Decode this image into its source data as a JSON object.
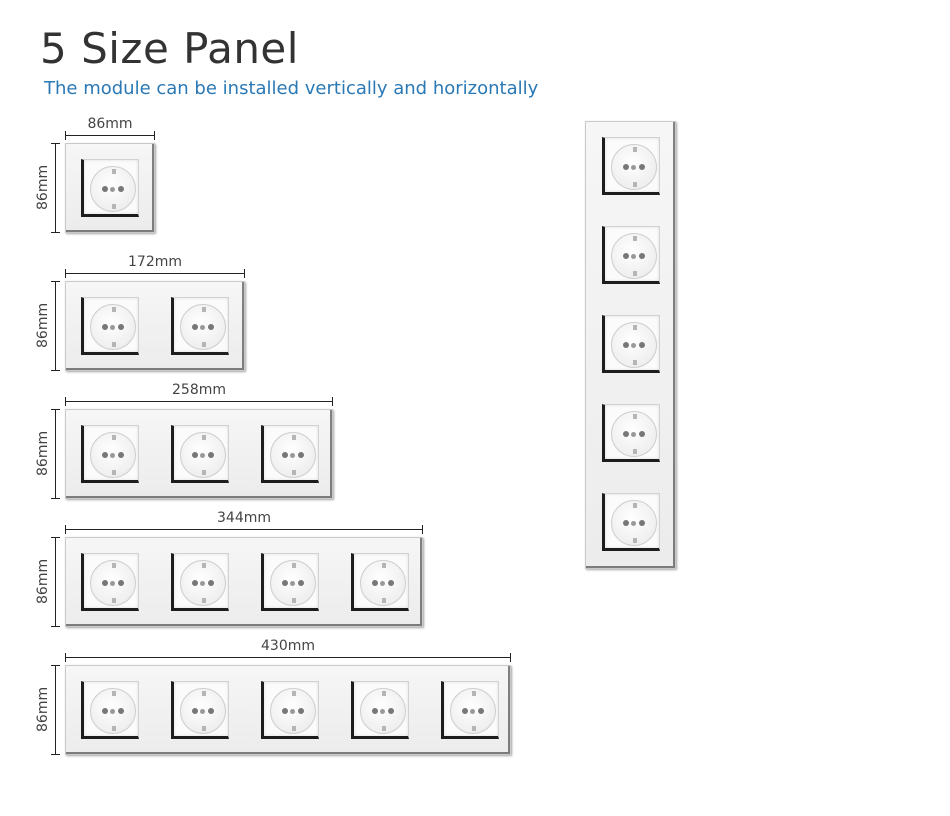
{
  "header": {
    "title": "5 Size Panel",
    "subtitle": "The module can be installed vertically and horizontally"
  },
  "horizontal_panels": [
    {
      "width_label": "86mm",
      "height_label": "86mm",
      "sockets": 1
    },
    {
      "width_label": "172mm",
      "height_label": "86mm",
      "sockets": 2
    },
    {
      "width_label": "258mm",
      "height_label": "86mm",
      "sockets": 3
    },
    {
      "width_label": "344mm",
      "height_label": "86mm",
      "sockets": 4
    },
    {
      "width_label": "430mm",
      "height_label": "86mm",
      "sockets": 5
    }
  ],
  "vertical_panel": {
    "sockets": 5
  },
  "colors": {
    "title": "#333333",
    "subtitle": "#2a78b4",
    "panel": "#f0f0f0"
  }
}
